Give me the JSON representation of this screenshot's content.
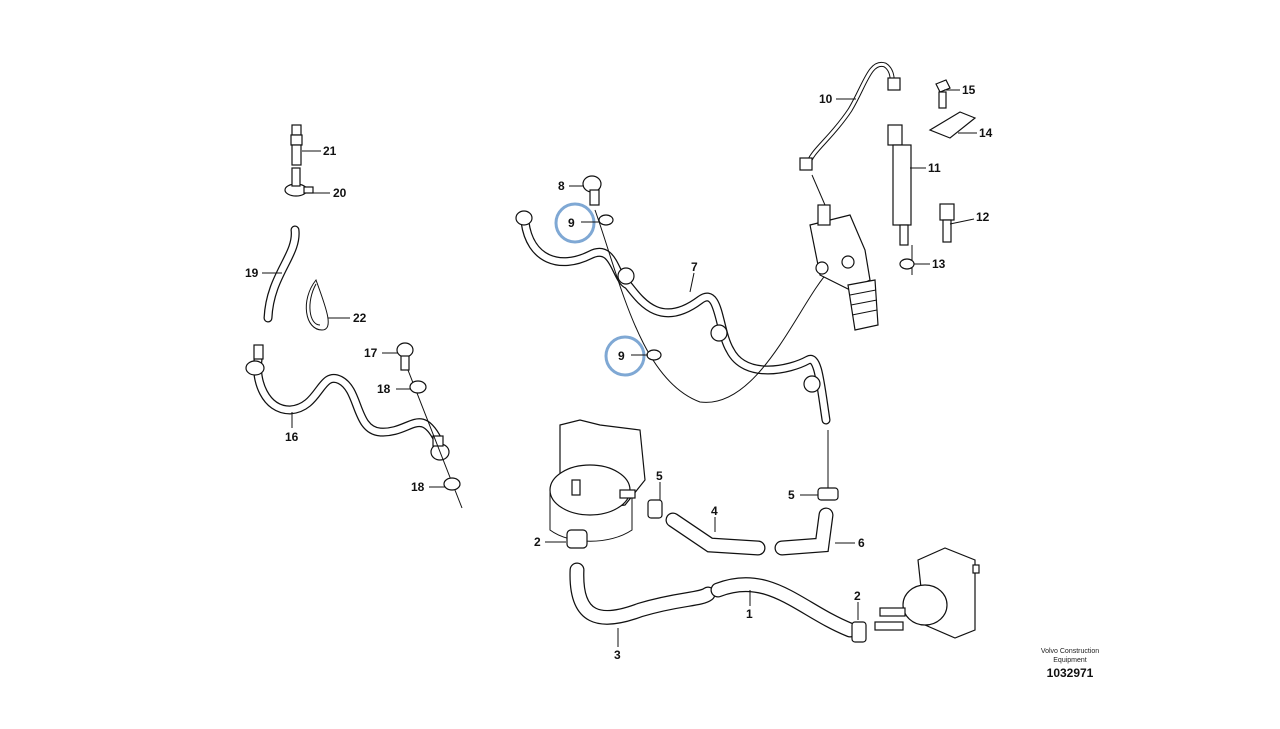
{
  "diagram": {
    "callouts": [
      "21",
      "20",
      "19",
      "22",
      "16",
      "17",
      "18",
      "18",
      "8",
      "9",
      "9",
      "7",
      "10",
      "15",
      "14",
      "11",
      "12",
      "13",
      "5",
      "4",
      "5",
      "6",
      "2",
      "2",
      "1",
      "3"
    ],
    "highlighted_callouts": [
      "9",
      "9"
    ],
    "highlight_color": "#7fa8d4"
  },
  "footer": {
    "caption_line1": "Volvo Construction",
    "caption_line2": "Equipment",
    "document_number": "1032971"
  }
}
